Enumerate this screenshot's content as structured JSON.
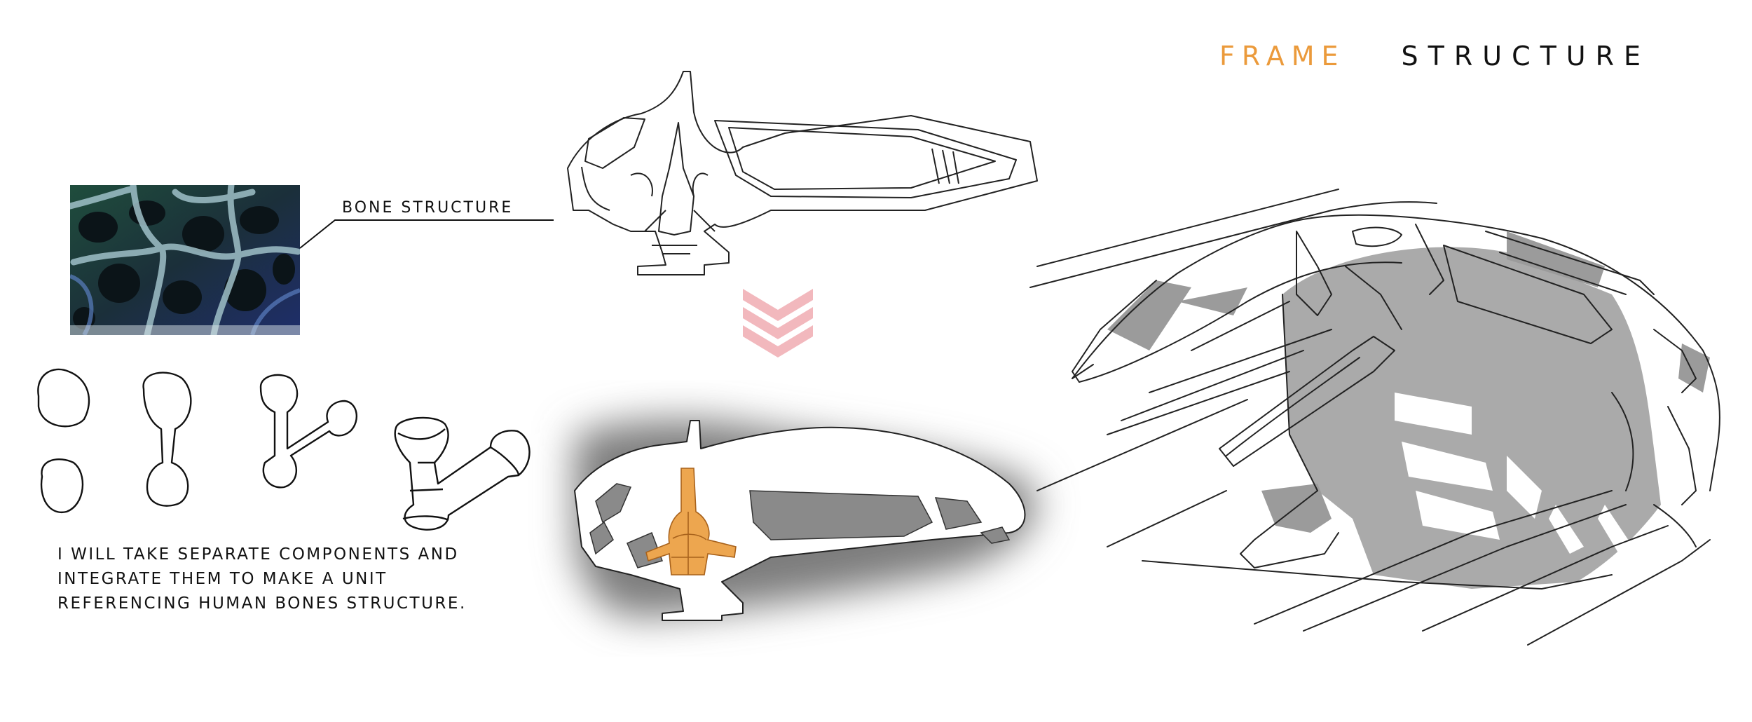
{
  "title": {
    "word1": "FRAME",
    "word2": "STRUCTURE"
  },
  "bone_label": "BONE STRUCTURE",
  "caption": {
    "line1": "I WILL TAKE SEPARATE COMPONENTS AND",
    "line2": "INTEGRATE THEM TO MAKE A UNIT",
    "line3": "REFERENCING HUMAN BONES STRUCTURE."
  },
  "colors": {
    "accent": "#eb9a3b",
    "chevron": "#f2b8bd",
    "shadow": "#8a8a8a"
  },
  "icons": {
    "arrow": "chevron-down-icon"
  }
}
